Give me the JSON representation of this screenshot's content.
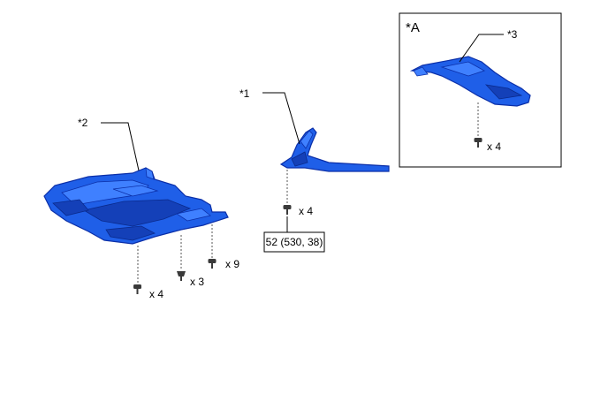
{
  "callouts": {
    "part1": "*1",
    "part2": "*2",
    "part3": "*3",
    "inset": "*A"
  },
  "quantities": {
    "part2_left": "x 4",
    "part2_mid": "x 3",
    "part2_right": "x 9",
    "part1": "x 4",
    "part3": "x 4"
  },
  "torque": {
    "part1": "52 (530, 38)"
  },
  "icons": [
    "bolt-icon",
    "clip-icon"
  ],
  "colors": {
    "part_fill": "#1f5fe8",
    "part_outline": "#0b2fa8"
  }
}
